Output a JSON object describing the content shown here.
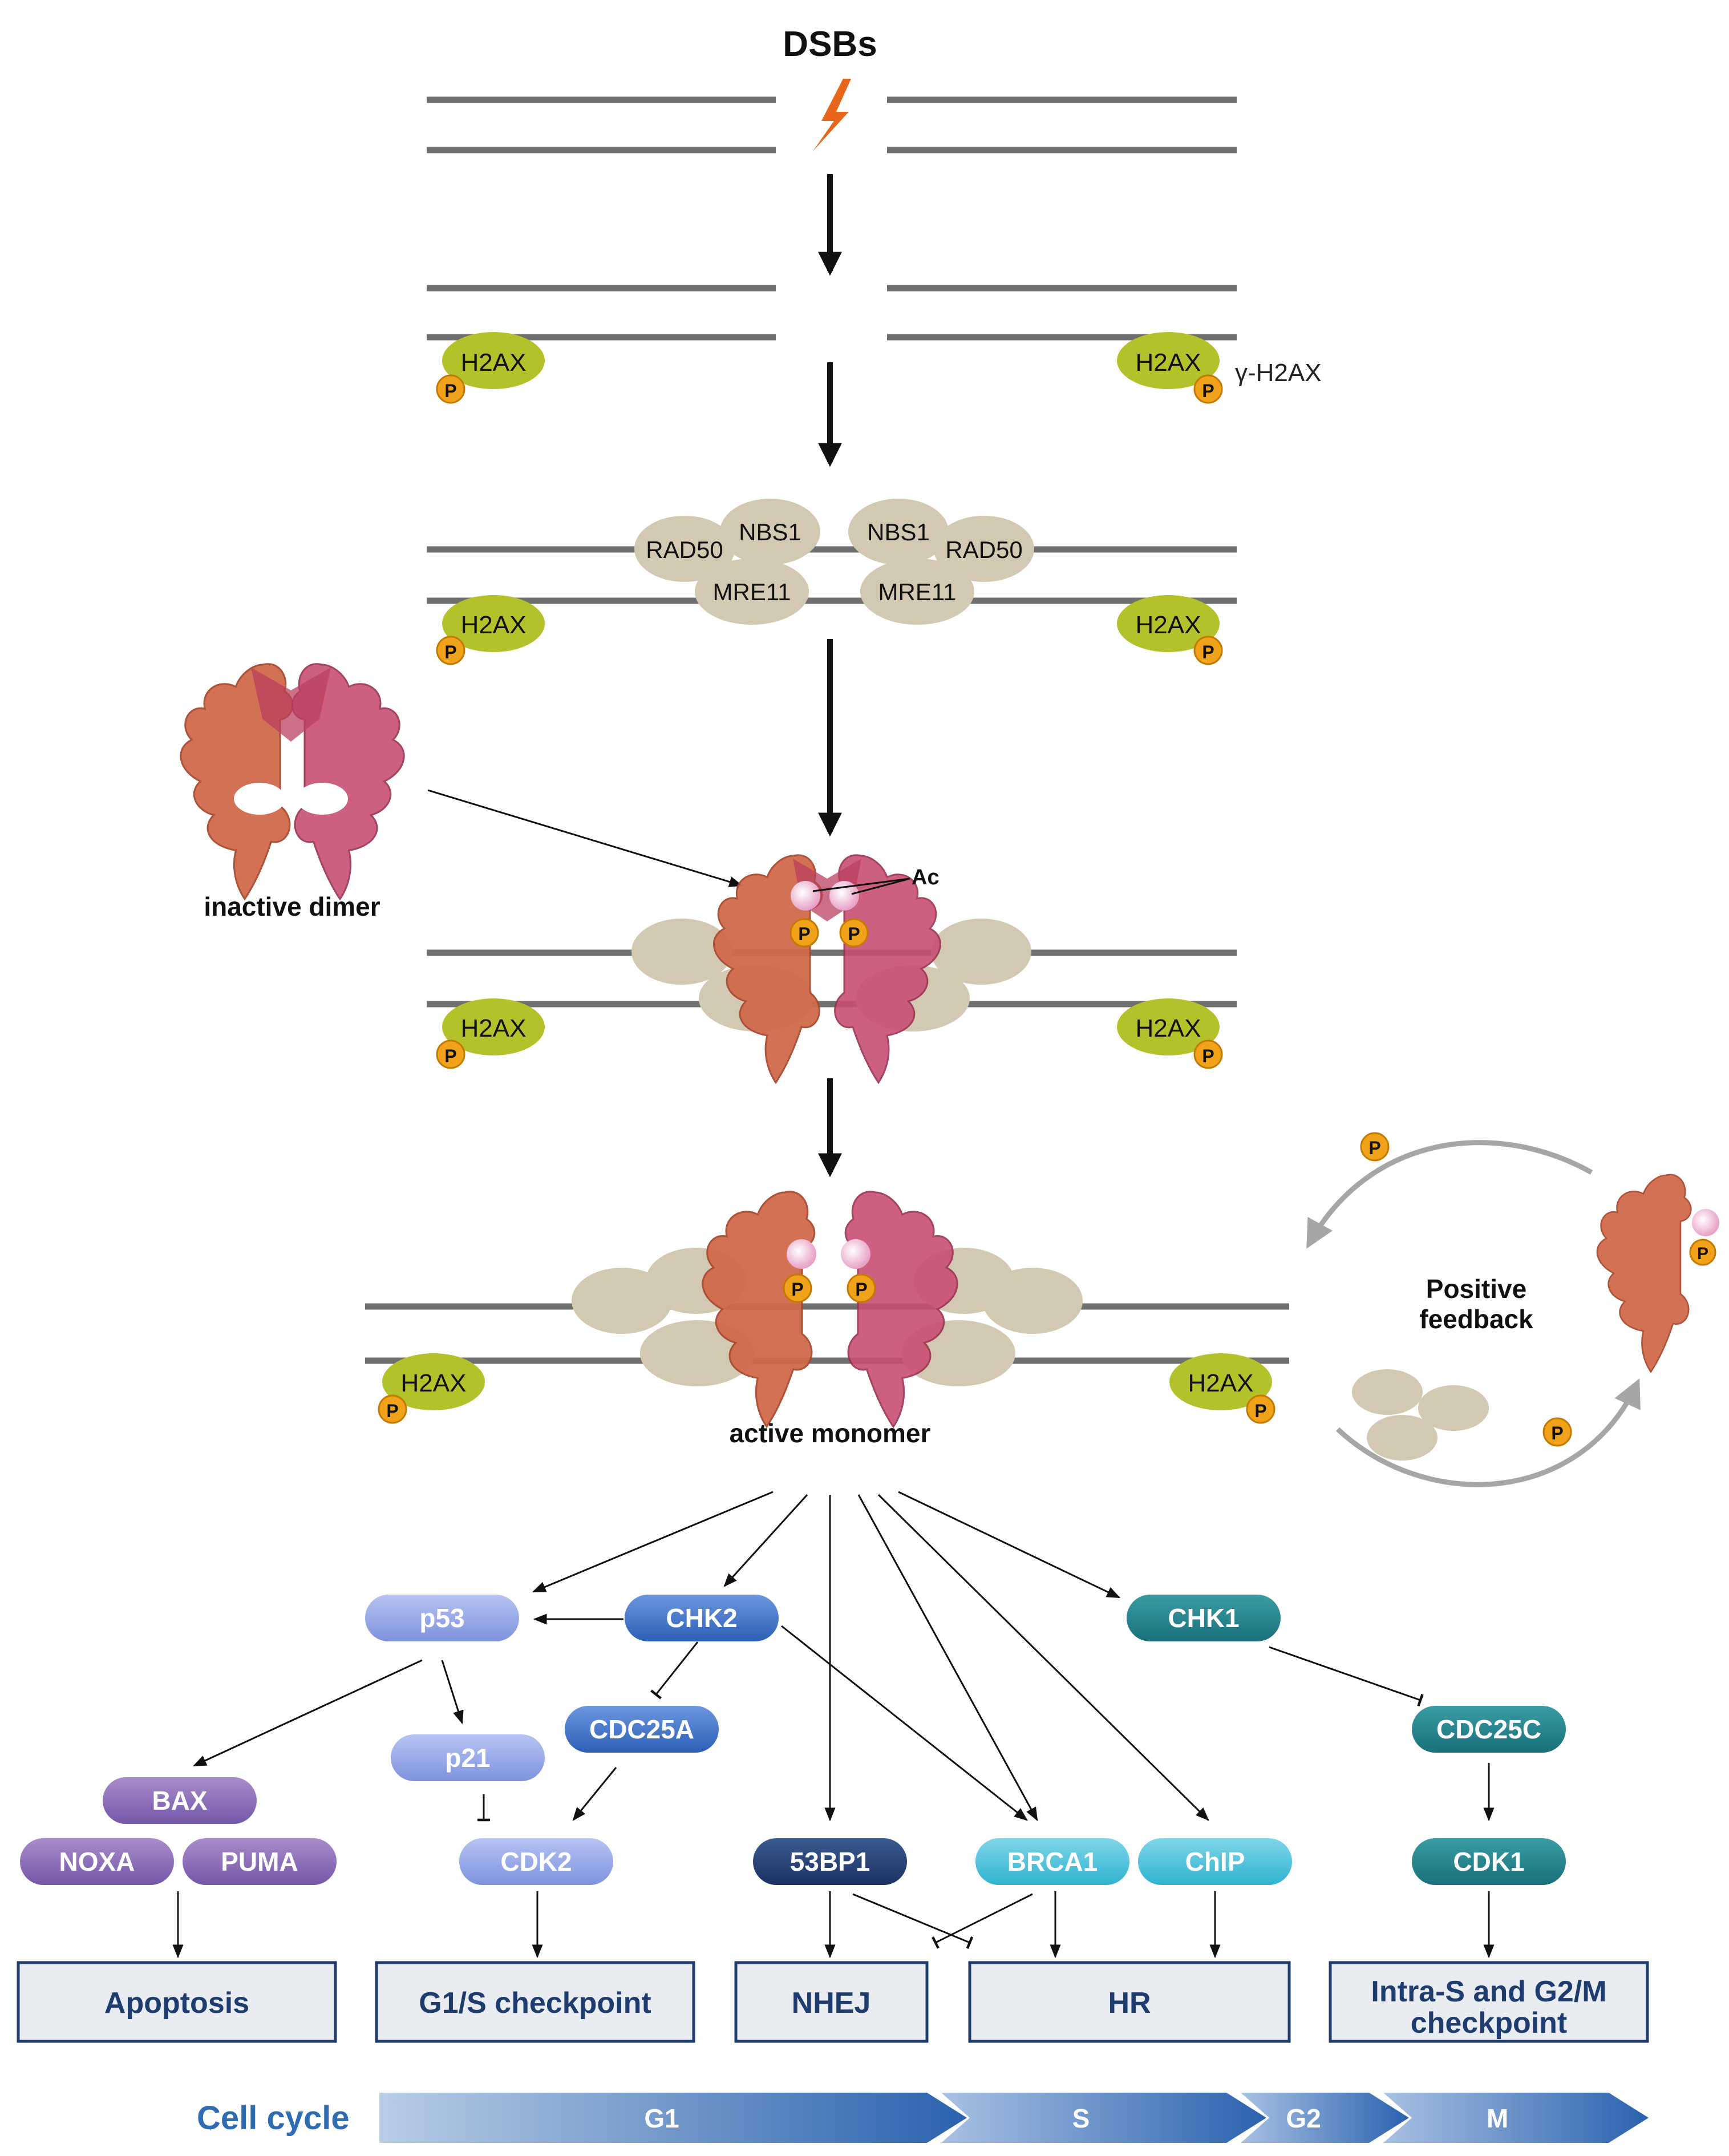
{
  "title": "DSBs",
  "labels": {
    "gamma_h2ax": "γ-H2AX",
    "h2ax": "H2AX",
    "p": "P",
    "ac": "Ac",
    "rad50": "RAD50",
    "nbs1": "NBS1",
    "mre11": "MRE11",
    "inactive_dimer": "inactive dimer",
    "active_monomer": "active monomer",
    "positive": "Positive",
    "feedback": "feedback"
  },
  "nodes": {
    "p53": "p53",
    "chk2": "CHK2",
    "chk1": "CHK1",
    "cdc25a": "CDC25A",
    "cdc25c": "CDC25C",
    "p21": "p21",
    "bax": "BAX",
    "noxa": "NOXA",
    "puma": "PUMA",
    "cdk2": "CDK2",
    "bp53": "53BP1",
    "brca1": "BRCA1",
    "chip": "ChIP",
    "cdk1": "CDK1"
  },
  "outcomes": {
    "apoptosis": "Apoptosis",
    "g1s": "G1/S checkpoint",
    "nhej": "NHEJ",
    "hr": "HR",
    "intra_s_1": "Intra-S and G2/M",
    "intra_s_2": "checkpoint"
  },
  "cell_cycle": {
    "label": "Cell cycle",
    "phases": [
      "G1",
      "S",
      "G2",
      "M"
    ]
  },
  "colors": {
    "dna": "#6f6f6f",
    "h2ax": "#b3c12a",
    "phospho": "#f0a21a",
    "mrn": "#d3c9b2",
    "atm_left": "#d06a4a",
    "atm_right": "#c84f73",
    "lightning": "#e8661c",
    "navy": "#1f3c6e",
    "blue": "#2e6db4"
  }
}
